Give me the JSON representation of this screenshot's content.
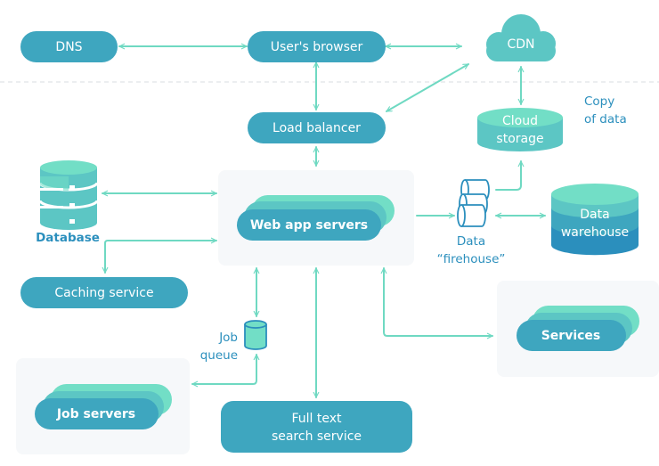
{
  "diagram": {
    "title": "Web application architecture",
    "colors": {
      "node_dark": "#3ea6bf",
      "node_mid": "#5cc6c4",
      "node_light": "#72dec6",
      "arrow": "#6fd9c2",
      "label_blue": "#2b8fbd",
      "group_bg": "#f6f8fa",
      "divider": "#d8dde2"
    },
    "nodes": {
      "dns": "DNS",
      "browser": "User's browser",
      "cdn": "CDN",
      "load_balancer": "Load balancer",
      "cloud_storage": [
        "Cloud",
        "storage"
      ],
      "copy_note": [
        "Copy",
        "of data"
      ],
      "database": "Database",
      "web_app_servers": "Web app servers",
      "firehose": [
        "Data",
        "“firehouse”"
      ],
      "data_warehouse": [
        "Data",
        "warehouse"
      ],
      "caching_service": "Caching service",
      "job_queue": [
        "Job",
        "queue"
      ],
      "services": "Services",
      "job_servers": "Job servers",
      "full_text_search": [
        "Full text",
        "search service"
      ]
    },
    "edges": [
      {
        "from": "DNS",
        "to": "User's browser",
        "type": "bidirectional"
      },
      {
        "from": "User's browser",
        "to": "CDN",
        "type": "bidirectional"
      },
      {
        "from": "User's browser",
        "to": "Load balancer",
        "type": "bidirectional"
      },
      {
        "from": "Load balancer",
        "to": "CDN",
        "type": "bidirectional"
      },
      {
        "from": "CDN",
        "to": "Cloud storage",
        "type": "bidirectional"
      },
      {
        "from": "Load balancer",
        "to": "Web app servers",
        "type": "bidirectional"
      },
      {
        "from": "Database",
        "to": "Web app servers",
        "type": "bidirectional"
      },
      {
        "from": "Caching service",
        "to": "Web app servers",
        "type": "bidirectional"
      },
      {
        "from": "Web app servers",
        "to": "Data firehouse",
        "type": "directed"
      },
      {
        "from": "Data firehouse",
        "to": "Cloud storage",
        "type": "directed"
      },
      {
        "from": "Data firehouse",
        "to": "Data warehouse",
        "type": "bidirectional"
      },
      {
        "from": "Web app servers",
        "to": "Job queue",
        "type": "bidirectional"
      },
      {
        "from": "Job queue",
        "to": "Job servers",
        "type": "bidirectional"
      },
      {
        "from": "Web app servers",
        "to": "Full text search service",
        "type": "bidirectional"
      },
      {
        "from": "Web app servers",
        "to": "Services",
        "type": "bidirectional"
      }
    ]
  }
}
